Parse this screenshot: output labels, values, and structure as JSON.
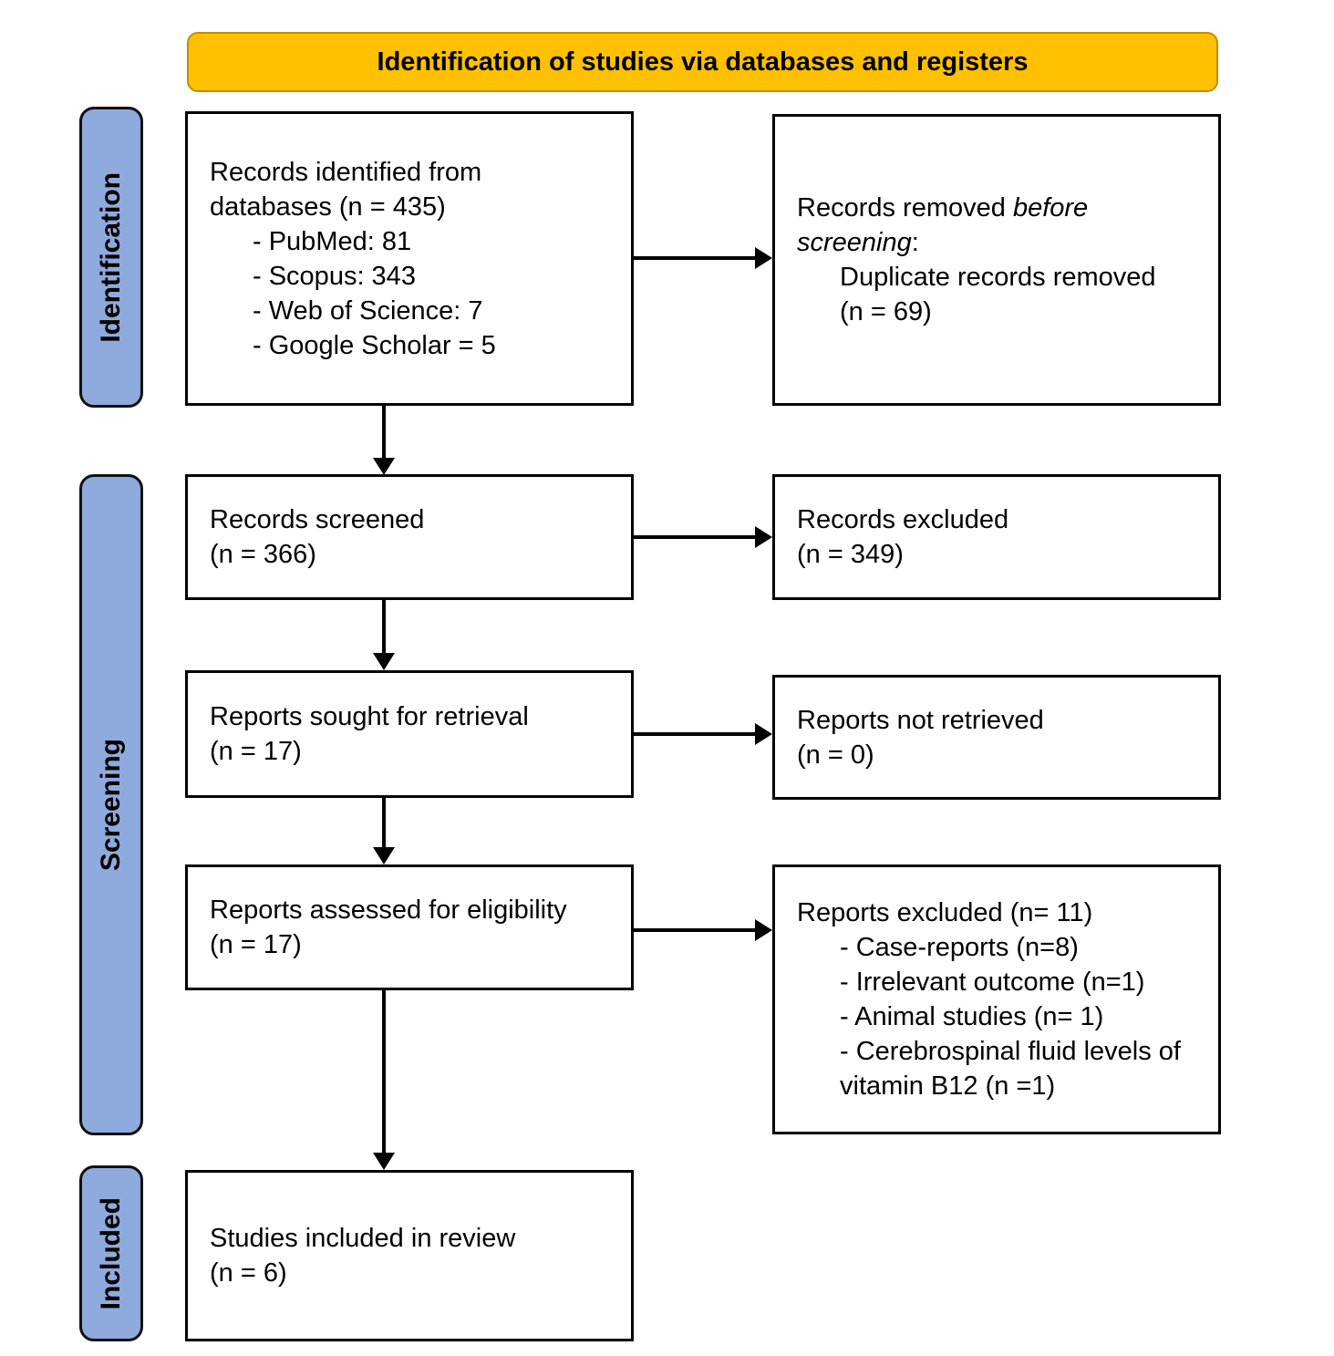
{
  "title": "Identification of studies via databases and registers",
  "stages": {
    "identification": "Identification",
    "screening": "Screening",
    "included": "Included"
  },
  "boxes": {
    "records_identified": {
      "title_lines": [
        "Records identified from",
        "databases (n = 435)"
      ],
      "bullets": [
        "- PubMed: 81",
        "- Scopus: 343",
        "- Web of Science: 7",
        "- Google Scholar = 5"
      ]
    },
    "records_removed": {
      "normal1": "Records removed",
      "italic1": "before",
      "italic2": "screening",
      "colon": ":",
      "detail_line1": "Duplicate records removed",
      "detail_line2": "(n = 69)"
    },
    "records_screened": {
      "lines": [
        "Records screened",
        "(n = 366)"
      ]
    },
    "records_excluded": {
      "lines": [
        "Records excluded",
        "(n = 349)"
      ]
    },
    "reports_sought": {
      "lines": [
        "Reports sought for retrieval",
        "(n = 17)"
      ]
    },
    "reports_not_retrieved": {
      "lines": [
        "Reports not retrieved",
        "(n = 0)"
      ]
    },
    "reports_assessed": {
      "lines": [
        "Reports assessed for eligibility",
        "(n = 17)"
      ]
    },
    "reports_excluded": {
      "title": "Reports excluded (n= 11)",
      "bullets": [
        "- Case-reports (n=8)",
        "- Irrelevant outcome (n=1)",
        "- Animal studies (n= 1)",
        "- Cerebrospinal fluid levels of",
        "vitamin B12 (n =1)"
      ]
    },
    "studies_included": {
      "lines": [
        "Studies included in review",
        "(n = 6)"
      ]
    }
  },
  "colors": {
    "banner_fill": "#FFC000",
    "banner_border": "#BF9000",
    "stage_fill": "#8FAADC",
    "box_border": "#000000",
    "arrow": "#000000"
  }
}
